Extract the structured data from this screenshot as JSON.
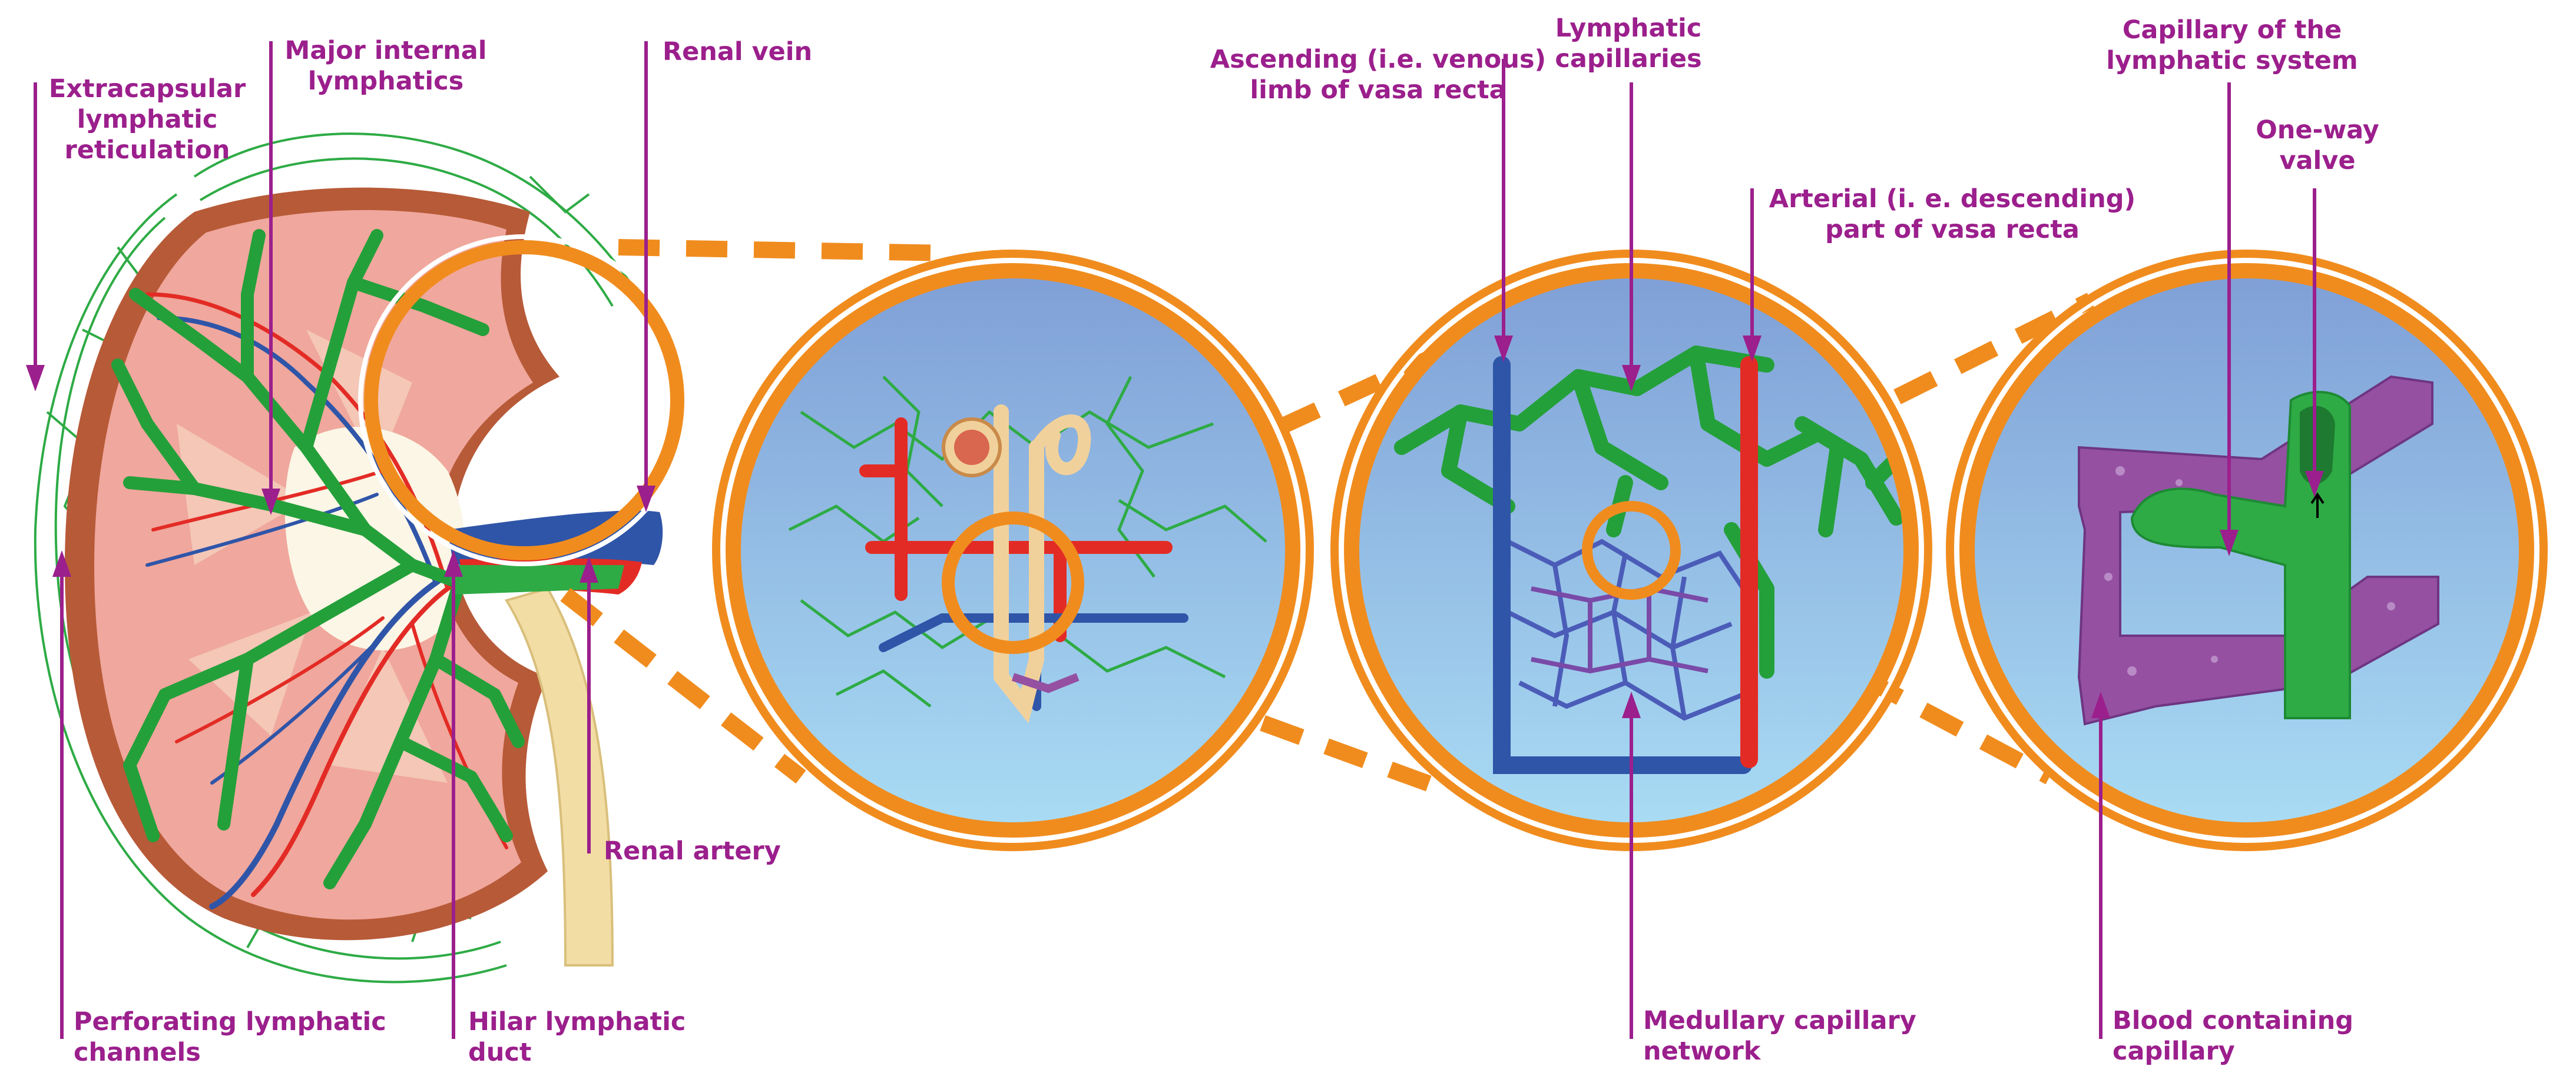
{
  "colors": {
    "label": "#9b1f8c",
    "leader": "#9b1f8c",
    "ring": "#f08c1e",
    "lymph": "#2eab45",
    "artery": "#e32b25",
    "vein": "#2f55a8",
    "cortex": "#f0a79d",
    "capsule": "#b75a38",
    "sky_top": "#8aaedd",
    "sky_bottom": "#a9dbf3",
    "blood_vessel": "#9550a2"
  },
  "labels": {
    "extracapsular": "Extracapsular\nlymphatic\nreticulation",
    "major_internal": "Major internal\nlymphatics",
    "renal_vein": "Renal vein",
    "renal_artery": "Renal artery",
    "perforating": "Perforating lymphatic\nchannels",
    "hilar": "Hilar lymphatic\nduct",
    "ascending": "Ascending (i.e. venous)\nlimb of vasa recta",
    "lymphatic_capillaries": "Lymphatic\ncapillaries",
    "arterial": "Arterial (i. e. descending)\npart of vasa recta",
    "medullary": "Medullary capillary\nnetwork",
    "capillary_lymphatic_system": "Capillary of the\nlymphatic system",
    "one_way_valve": "One-way\nvalve",
    "blood_containing": "Blood containing\ncapillary"
  }
}
